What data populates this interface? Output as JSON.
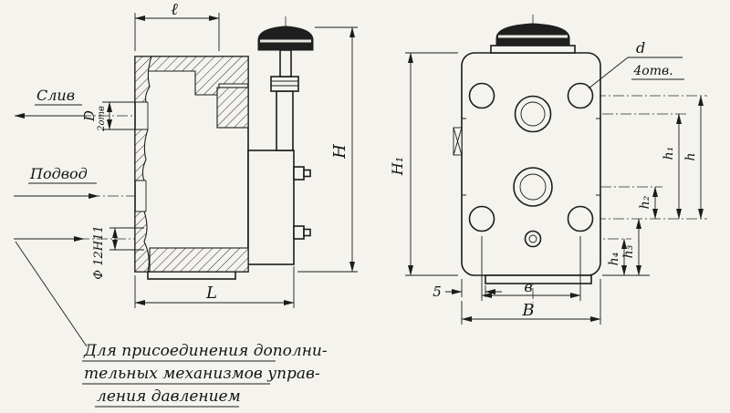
{
  "drawing": {
    "background": "#f4f3ee",
    "ink": "#1c1c1c",
    "left_view": {
      "dim_width_top": "ℓ",
      "dim_height": "H",
      "dim_length": "L",
      "label_drain": "Слив",
      "label_supply": "Подвод",
      "label_diameter": "D",
      "label_two_holes": "2отв",
      "label_bottom_bore": "Ф 12Н11"
    },
    "right_view": {
      "dim_height1": "H₁",
      "label_d": "d",
      "label_four_holes": "4отв.",
      "dim_h": "h",
      "dim_h1": "h₁",
      "dim_h2": "h₂",
      "dim_h3": "h₃",
      "dim_h4": "h₄",
      "dim_offset": "5",
      "dim_width_between_holes": "в",
      "dim_width_overall": "B"
    },
    "note": {
      "line1": "Для присоединения дополни-",
      "line2": "тельных механизмов управ-",
      "line3": "ления  давлением"
    }
  }
}
